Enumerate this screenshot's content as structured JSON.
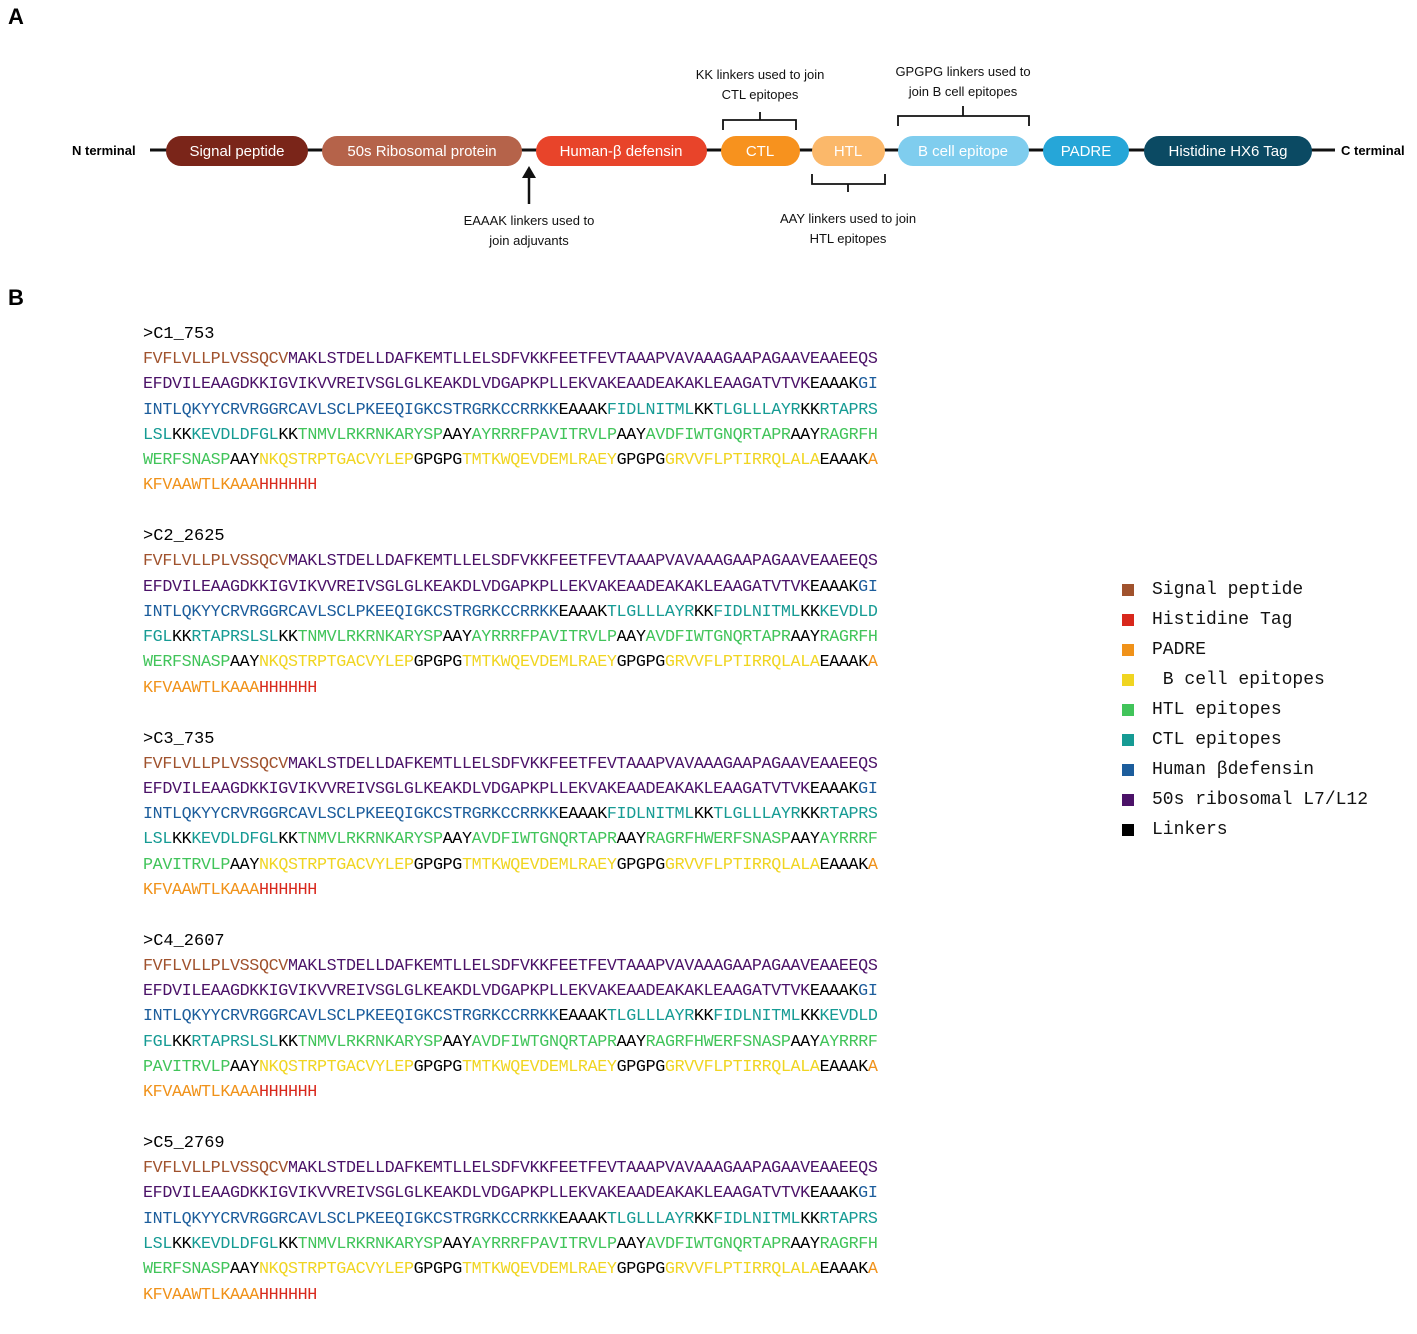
{
  "panels": {
    "a": "A",
    "b": "B"
  },
  "construct": {
    "n_terminal": "N terminal",
    "c_terminal": "C terminal",
    "segments": [
      {
        "id": "signal",
        "label": "Signal peptide",
        "color": "#7a2519"
      },
      {
        "id": "ribo",
        "label": "50s Ribosomal protein",
        "color": "#b5634a"
      },
      {
        "id": "hbd",
        "label": "Human-β defensin",
        "color": "#e8442a"
      },
      {
        "id": "ctl",
        "label": "CTL",
        "color": "#f7921e"
      },
      {
        "id": "htl",
        "label": "HTL",
        "color": "#fbb86a"
      },
      {
        "id": "bcell",
        "label": "B cell epitope",
        "color": "#7fcdee"
      },
      {
        "id": "padre",
        "label": "PADRE",
        "color": "#26a6d8"
      },
      {
        "id": "his",
        "label": "Histidine HX6 Tag",
        "color": "#0b4a63"
      }
    ],
    "annotations": {
      "kk": [
        "KK linkers used to join",
        "CTL epitopes"
      ],
      "gpgpg": [
        "GPGPG linkers used to",
        "join B cell epitopes"
      ],
      "eaaak": [
        "EAAAK linkers used to",
        "join adjuvants"
      ],
      "aay": [
        "AAY linkers used to join",
        "HTL epitopes"
      ]
    }
  },
  "colors": {
    "SP": "#a0522d",
    "RB": "#4b1268",
    "HB": "#1c5d9c",
    "CT": "#169b94",
    "HT": "#41c45a",
    "BC": "#f0d521",
    "PD": "#f0921a",
    "HS": "#d8281c",
    "LK": "#000000"
  },
  "legend": [
    {
      "key": "SP",
      "label": "Signal peptide"
    },
    {
      "key": "HS",
      "label": "Histidine Tag"
    },
    {
      "key": "PD",
      "label": "PADRE"
    },
    {
      "key": "BC",
      "label": " B cell epitopes"
    },
    {
      "key": "HT",
      "label": "HTL epitopes"
    },
    {
      "key": "CT",
      "label": "CTL epitopes"
    },
    {
      "key": "HB",
      "label": "Human βdefensin"
    },
    {
      "key": "RB",
      "label": "50s ribosomal L7/L12"
    },
    {
      "key": "LK",
      "label": "Linkers"
    }
  ],
  "sequences": [
    {
      "name": ">C1_753",
      "lines": [
        [
          [
            "SP",
            "FVFLVLLPLVSSQCV"
          ],
          [
            "RB",
            "MAKLSTDELLDAFKEMTLLELSDFVKKFEETFEVTAAAPVAVAAAGAAPAGAAVEAAEEQS"
          ]
        ],
        [
          [
            "RB",
            "EFDVILEAAGDKKIGVIKVVREIVSGLGLKEAKDLVDGAPKPLLEKVAKEAADEAKAKLEAAGATVTVK"
          ],
          [
            "LK",
            "EAAAK"
          ],
          [
            "HB",
            "GI"
          ]
        ],
        [
          [
            "HB",
            "INTLQKYYCRVRGGRCAVLSCLPKEEQIGKCSTRGRKCCRRKK"
          ],
          [
            "LK",
            "EAAAK"
          ],
          [
            "CT",
            "FIDLNITML"
          ],
          [
            "LK",
            "KK"
          ],
          [
            "CT",
            "TLGLLLAYR"
          ],
          [
            "LK",
            "KK"
          ],
          [
            "CT",
            "RTAPRS"
          ]
        ],
        [
          [
            "CT",
            "LSL"
          ],
          [
            "LK",
            "KK"
          ],
          [
            "CT",
            "KEVDLDFGL"
          ],
          [
            "LK",
            "KK"
          ],
          [
            "HT",
            "TNMVLRKRNKARYSP"
          ],
          [
            "LK",
            "AAY"
          ],
          [
            "HT",
            "AYRRRFPAVITRVLP"
          ],
          [
            "LK",
            "AAY"
          ],
          [
            "HT",
            "AVDFIWTGNQRTAPR"
          ],
          [
            "LK",
            "AAY"
          ],
          [
            "HT",
            "RAGRFH"
          ]
        ],
        [
          [
            "HT",
            "WERFSNASP"
          ],
          [
            "LK",
            "AAY"
          ],
          [
            "BC",
            "NKQSTRPTGACVYLEP"
          ],
          [
            "LK",
            "GPGPG"
          ],
          [
            "BC",
            "TMTKWQEVDEMLRAEY"
          ],
          [
            "LK",
            "GPGPG"
          ],
          [
            "BC",
            "GRVVFLPTIRRQLALA"
          ],
          [
            "LK",
            "EAAAK"
          ],
          [
            "PD",
            "A"
          ]
        ],
        [
          [
            "PD",
            "KFVAAWTLKAAA"
          ],
          [
            "HS",
            "HHHHHH"
          ]
        ]
      ]
    },
    {
      "name": ">C2_2625",
      "lines": [
        [
          [
            "SP",
            "FVFLVLLPLVSSQCV"
          ],
          [
            "RB",
            "MAKLSTDELLDAFKEMTLLELSDFVKKFEETFEVTAAAPVAVAAAGAAPAGAAVEAAEEQS"
          ]
        ],
        [
          [
            "RB",
            "EFDVILEAAGDKKIGVIKVVREIVSGLGLKEAKDLVDGAPKPLLEKVAKEAADEAKAKLEAAGATVTVK"
          ],
          [
            "LK",
            "EAAAK"
          ],
          [
            "HB",
            "GI"
          ]
        ],
        [
          [
            "HB",
            "INTLQKYYCRVRGGRCAVLSCLPKEEQIGKCSTRGRKCCRRKK"
          ],
          [
            "LK",
            "EAAAK"
          ],
          [
            "CT",
            "TLGLLLAYR"
          ],
          [
            "LK",
            "KK"
          ],
          [
            "CT",
            "FIDLNITML"
          ],
          [
            "LK",
            "KK"
          ],
          [
            "CT",
            "KEVDLD"
          ]
        ],
        [
          [
            "CT",
            "FGL"
          ],
          [
            "LK",
            "KK"
          ],
          [
            "CT",
            "RTAPRSLSL"
          ],
          [
            "LK",
            "KK"
          ],
          [
            "HT",
            "TNMVLRKRNKARYSP"
          ],
          [
            "LK",
            "AAY"
          ],
          [
            "HT",
            "AYRRRFPAVITRVLP"
          ],
          [
            "LK",
            "AAY"
          ],
          [
            "HT",
            "AVDFIWTGNQRTAPR"
          ],
          [
            "LK",
            "AAY"
          ],
          [
            "HT",
            "RAGRFH"
          ]
        ],
        [
          [
            "HT",
            "WERFSNASP"
          ],
          [
            "LK",
            "AAY"
          ],
          [
            "BC",
            "NKQSTRPTGACVYLEP"
          ],
          [
            "LK",
            "GPGPG"
          ],
          [
            "BC",
            "TMTKWQEVDEMLRAEY"
          ],
          [
            "LK",
            "GPGPG"
          ],
          [
            "BC",
            "GRVVFLPTIRRQLALA"
          ],
          [
            "LK",
            "EAAAK"
          ],
          [
            "PD",
            "A"
          ]
        ],
        [
          [
            "PD",
            "KFVAAWTLKAAA"
          ],
          [
            "HS",
            "HHHHHH"
          ]
        ]
      ]
    },
    {
      "name": ">C3_735",
      "lines": [
        [
          [
            "SP",
            "FVFLVLLPLVSSQCV"
          ],
          [
            "RB",
            "MAKLSTDELLDAFKEMTLLELSDFVKKFEETFEVTAAAPVAVAAAGAAPAGAAVEAAEEQS"
          ]
        ],
        [
          [
            "RB",
            "EFDVILEAAGDKKIGVIKVVREIVSGLGLKEAKDLVDGAPKPLLEKVAKEAADEAKAKLEAAGATVTVK"
          ],
          [
            "LK",
            "EAAAK"
          ],
          [
            "HB",
            "GI"
          ]
        ],
        [
          [
            "HB",
            "INTLQKYYCRVRGGRCAVLSCLPKEEQIGKCSTRGRKCCRRKK"
          ],
          [
            "LK",
            "EAAAK"
          ],
          [
            "CT",
            "FIDLNITML"
          ],
          [
            "LK",
            "KK"
          ],
          [
            "CT",
            "TLGLLLAYR"
          ],
          [
            "LK",
            "KK"
          ],
          [
            "CT",
            "RTAPRS"
          ]
        ],
        [
          [
            "CT",
            "LSL"
          ],
          [
            "LK",
            "KK"
          ],
          [
            "CT",
            "KEVDLDFGL"
          ],
          [
            "LK",
            "KK"
          ],
          [
            "HT",
            "TNMVLRKRNKARYSP"
          ],
          [
            "LK",
            "AAY"
          ],
          [
            "HT",
            "AVDFIWTGNQRTAPR"
          ],
          [
            "LK",
            "AAY"
          ],
          [
            "HT",
            "RAGRFHWERFSNASP"
          ],
          [
            "LK",
            "AAY"
          ],
          [
            "HT",
            "AYRRRF"
          ]
        ],
        [
          [
            "HT",
            "PAVITRVLP"
          ],
          [
            "LK",
            "AAY"
          ],
          [
            "BC",
            "NKQSTRPTGACVYLEP"
          ],
          [
            "LK",
            "GPGPG"
          ],
          [
            "BC",
            "TMTKWQEVDEMLRAEY"
          ],
          [
            "LK",
            "GPGPG"
          ],
          [
            "BC",
            "GRVVFLPTIRRQLALA"
          ],
          [
            "LK",
            "EAAAK"
          ],
          [
            "PD",
            "A"
          ]
        ],
        [
          [
            "PD",
            "KFVAAWTLKAAA"
          ],
          [
            "HS",
            "HHHHHH"
          ]
        ]
      ]
    },
    {
      "name": ">C4_2607",
      "lines": [
        [
          [
            "SP",
            "FVFLVLLPLVSSQCV"
          ],
          [
            "RB",
            "MAKLSTDELLDAFKEMTLLELSDFVKKFEETFEVTAAAPVAVAAAGAAPAGAAVEAAEEQS"
          ]
        ],
        [
          [
            "RB",
            "EFDVILEAAGDKKIGVIKVVREIVSGLGLKEAKDLVDGAPKPLLEKVAKEAADEAKAKLEAAGATVTVK"
          ],
          [
            "LK",
            "EAAAK"
          ],
          [
            "HB",
            "GI"
          ]
        ],
        [
          [
            "HB",
            "INTLQKYYCRVRGGRCAVLSCLPKEEQIGKCSTRGRKCCRRKK"
          ],
          [
            "LK",
            "EAAAK"
          ],
          [
            "CT",
            "TLGLLLAYR"
          ],
          [
            "LK",
            "KK"
          ],
          [
            "CT",
            "FIDLNITML"
          ],
          [
            "LK",
            "KK"
          ],
          [
            "CT",
            "KEVDLD"
          ]
        ],
        [
          [
            "CT",
            "FGL"
          ],
          [
            "LK",
            "KK"
          ],
          [
            "CT",
            "RTAPRSLSL"
          ],
          [
            "LK",
            "KK"
          ],
          [
            "HT",
            "TNMVLRKRNKARYSP"
          ],
          [
            "LK",
            "AAY"
          ],
          [
            "HT",
            "AVDFIWTGNQRTAPR"
          ],
          [
            "LK",
            "AAY"
          ],
          [
            "HT",
            "RAGRFHWERFSNASP"
          ],
          [
            "LK",
            "AAY"
          ],
          [
            "HT",
            "AYRRRF"
          ]
        ],
        [
          [
            "HT",
            "PAVITRVLP"
          ],
          [
            "LK",
            "AAY"
          ],
          [
            "BC",
            "NKQSTRPTGACVYLEP"
          ],
          [
            "LK",
            "GPGPG"
          ],
          [
            "BC",
            "TMTKWQEVDEMLRAEY"
          ],
          [
            "LK",
            "GPGPG"
          ],
          [
            "BC",
            "GRVVFLPTIRRQLALA"
          ],
          [
            "LK",
            "EAAAK"
          ],
          [
            "PD",
            "A"
          ]
        ],
        [
          [
            "PD",
            "KFVAAWTLKAAA"
          ],
          [
            "HS",
            "HHHHHH"
          ]
        ]
      ]
    },
    {
      "name": ">C5_2769",
      "lines": [
        [
          [
            "SP",
            "FVFLVLLPLVSSQCV"
          ],
          [
            "RB",
            "MAKLSTDELLDAFKEMTLLELSDFVKKFEETFEVTAAAPVAVAAAGAAPAGAAVEAAEEQS"
          ]
        ],
        [
          [
            "RB",
            "EFDVILEAAGDKKIGVIKVVREIVSGLGLKEAKDLVDGAPKPLLEKVAKEAADEAKAKLEAAGATVTVK"
          ],
          [
            "LK",
            "EAAAK"
          ],
          [
            "HB",
            "GI"
          ]
        ],
        [
          [
            "HB",
            "INTLQKYYCRVRGGRCAVLSCLPKEEQIGKCSTRGRKCCRRKK"
          ],
          [
            "LK",
            "EAAAK"
          ],
          [
            "CT",
            "TLGLLLAYR"
          ],
          [
            "LK",
            "KK"
          ],
          [
            "CT",
            "FIDLNITML"
          ],
          [
            "LK",
            "KK"
          ],
          [
            "CT",
            "RTAPRS"
          ]
        ],
        [
          [
            "CT",
            "LSL"
          ],
          [
            "LK",
            "KK"
          ],
          [
            "CT",
            "KEVDLDFGL"
          ],
          [
            "LK",
            "KK"
          ],
          [
            "HT",
            "TNMVLRKRNKARYSP"
          ],
          [
            "LK",
            "AAY"
          ],
          [
            "HT",
            "AYRRRFPAVITRVLP"
          ],
          [
            "LK",
            "AAY"
          ],
          [
            "HT",
            "AVDFIWTGNQRTAPR"
          ],
          [
            "LK",
            "AAY"
          ],
          [
            "HT",
            "RAGRFH"
          ]
        ],
        [
          [
            "HT",
            "WERFSNASP"
          ],
          [
            "LK",
            "AAY"
          ],
          [
            "BC",
            "NKQSTRPTGACVYLEP"
          ],
          [
            "LK",
            "GPGPG"
          ],
          [
            "BC",
            "TMTKWQEVDEMLRAEY"
          ],
          [
            "LK",
            "GPGPG"
          ],
          [
            "BC",
            "GRVVFLPTIRRQLALA"
          ],
          [
            "LK",
            "EAAAK"
          ],
          [
            "PD",
            "A"
          ]
        ],
        [
          [
            "PD",
            "KFVAAWTLKAAA"
          ],
          [
            "HS",
            "HHHHHH"
          ]
        ]
      ]
    }
  ]
}
